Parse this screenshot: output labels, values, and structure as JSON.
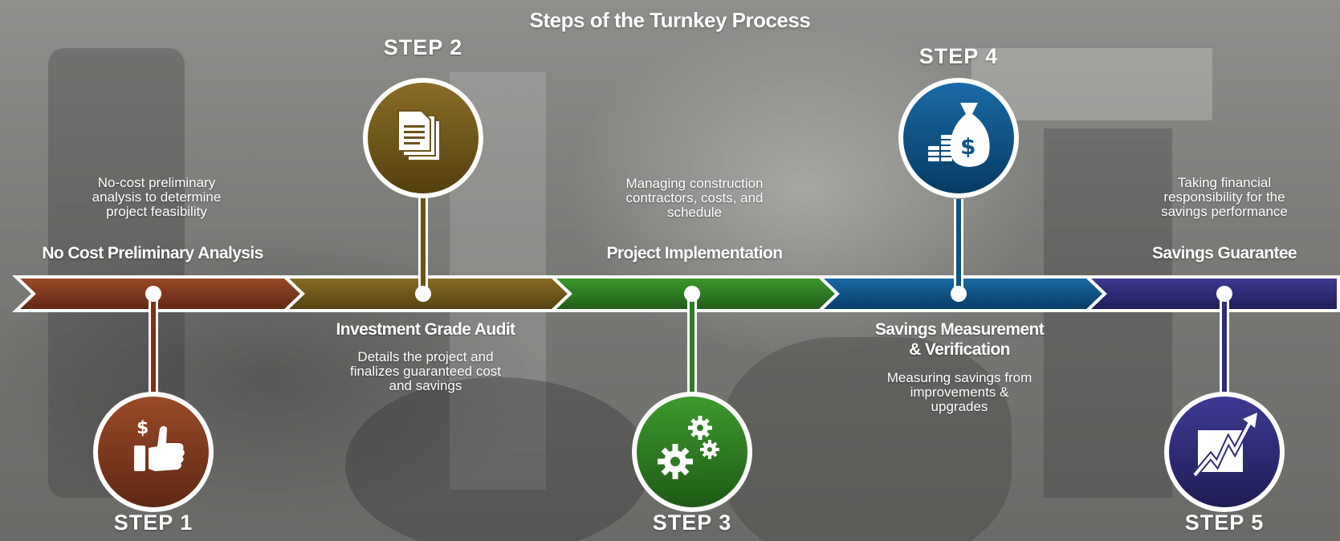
{
  "title": "Steps of the Turnkey Process",
  "colors": {
    "step1": "#7a3418",
    "step2": "#6c5319",
    "step3": "#2f7c22",
    "step4": "#0c5387",
    "step5": "#2f2c79"
  },
  "steps": [
    {
      "label": "STEP 1",
      "name": "No Cost Preliminary Analysis",
      "description": [
        "No-cost preliminary",
        "analysis to determine",
        "project feasibility"
      ],
      "icon": "thumbs-up-dollar-icon"
    },
    {
      "label": "STEP 2",
      "name": "Investment Grade Audit",
      "description": [
        "Details the project and",
        "finalizes guaranteed cost",
        "and savings"
      ],
      "icon": "documents-icon"
    },
    {
      "label": "STEP 3",
      "name": "Project Implementation",
      "description": [
        "Managing construction",
        "contractors, costs, and",
        "schedule"
      ],
      "icon": "gears-icon"
    },
    {
      "label": "STEP 4",
      "name": [
        "Savings Measurement",
        "& Verification"
      ],
      "description": [
        "Measuring savings from",
        "improvements &",
        "upgrades"
      ],
      "icon": "money-bag-icon"
    },
    {
      "label": "STEP 5",
      "name": "Savings Guarantee",
      "description": [
        "Taking financial",
        "responsibility for the",
        "savings performance"
      ],
      "icon": "growth-chart-icon"
    }
  ]
}
